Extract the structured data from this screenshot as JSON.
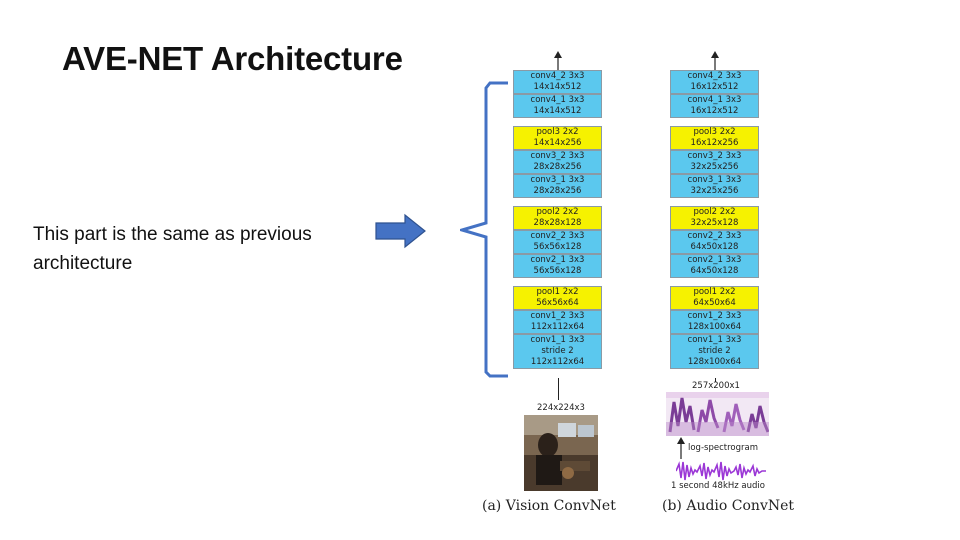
{
  "title": "AVE-NET Architecture",
  "note": "This part is the same as previous architecture",
  "vision": {
    "blocks": [
      {
        "lines": [
          "conv4_2 3x3",
          "14x14x512"
        ],
        "kind": "conv"
      },
      {
        "lines": [
          "conv4_1 3x3",
          "14x14x512"
        ],
        "kind": "conv"
      },
      {
        "lines": [
          "pool3 2x2",
          "14x14x256"
        ],
        "kind": "pool"
      },
      {
        "lines": [
          "conv3_2 3x3",
          "28x28x256"
        ],
        "kind": "conv"
      },
      {
        "lines": [
          "conv3_1 3x3",
          "28x28x256"
        ],
        "kind": "conv"
      },
      {
        "lines": [
          "pool2 2x2",
          "28x28x128"
        ],
        "kind": "pool"
      },
      {
        "lines": [
          "conv2_2 3x3",
          "56x56x128"
        ],
        "kind": "conv"
      },
      {
        "lines": [
          "conv2_1 3x3",
          "56x56x128"
        ],
        "kind": "conv"
      },
      {
        "lines": [
          "pool1 2x2",
          "56x56x64"
        ],
        "kind": "pool"
      },
      {
        "lines": [
          "conv1_2 3x3",
          "112x112x64"
        ],
        "kind": "conv"
      },
      {
        "lines": [
          "conv1_1 3x3",
          "stride 2",
          "112x112x64"
        ],
        "kind": "conv"
      }
    ],
    "input_dim": "224x224x3",
    "caption": "(a) Vision ConvNet"
  },
  "audio": {
    "blocks": [
      {
        "lines": [
          "conv4_2 3x3",
          "16x12x512"
        ],
        "kind": "conv"
      },
      {
        "lines": [
          "conv4_1 3x3",
          "16x12x512"
        ],
        "kind": "conv"
      },
      {
        "lines": [
          "pool3 2x2",
          "16x12x256"
        ],
        "kind": "pool"
      },
      {
        "lines": [
          "conv3_2 3x3",
          "32x25x256"
        ],
        "kind": "conv"
      },
      {
        "lines": [
          "conv3_1 3x3",
          "32x25x256"
        ],
        "kind": "conv"
      },
      {
        "lines": [
          "pool2 2x2",
          "32x25x128"
        ],
        "kind": "pool"
      },
      {
        "lines": [
          "conv2_2 3x3",
          "64x50x128"
        ],
        "kind": "conv"
      },
      {
        "lines": [
          "conv2_1 3x3",
          "64x50x128"
        ],
        "kind": "conv"
      },
      {
        "lines": [
          "pool1 2x2",
          "64x50x64"
        ],
        "kind": "pool"
      },
      {
        "lines": [
          "conv1_2 3x3",
          "128x100x64"
        ],
        "kind": "conv"
      },
      {
        "lines": [
          "conv1_1 3x3",
          "stride 2",
          "128x100x64"
        ],
        "kind": "conv"
      }
    ],
    "input_dim": "257x200x1",
    "spectrogram_label": "log-spectrogram",
    "audio_label": "1 second 48kHz audio",
    "caption": "(b) Audio ConvNet"
  },
  "colors": {
    "conv": "#5bc8ee",
    "pool": "#f6f200",
    "arrow": "#4472c4",
    "brace": "#4472c4"
  }
}
